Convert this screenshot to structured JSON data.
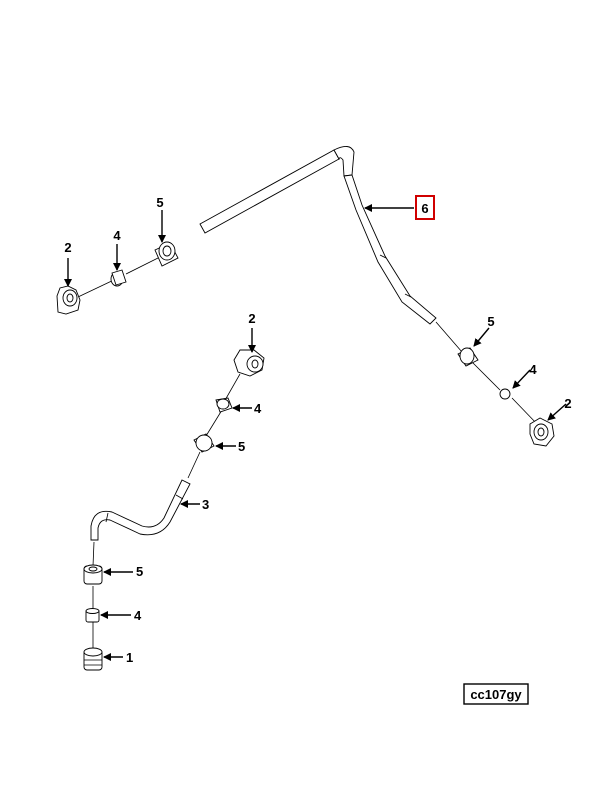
{
  "labels": {
    "c1_2": "2",
    "c1_4": "4",
    "c1_5": "5",
    "c2_6": "6",
    "c2_5": "5",
    "c2_4": "4",
    "c2_2": "2",
    "c3_2": "2",
    "c3_4a": "4",
    "c3_5a": "5",
    "c3_3": "3",
    "c3_5b": "5",
    "c3_4b": "4",
    "c3_1": "1"
  },
  "drawing_code": "cc107gy",
  "colors": {
    "highlight": "#d00000",
    "line": "#000000"
  }
}
